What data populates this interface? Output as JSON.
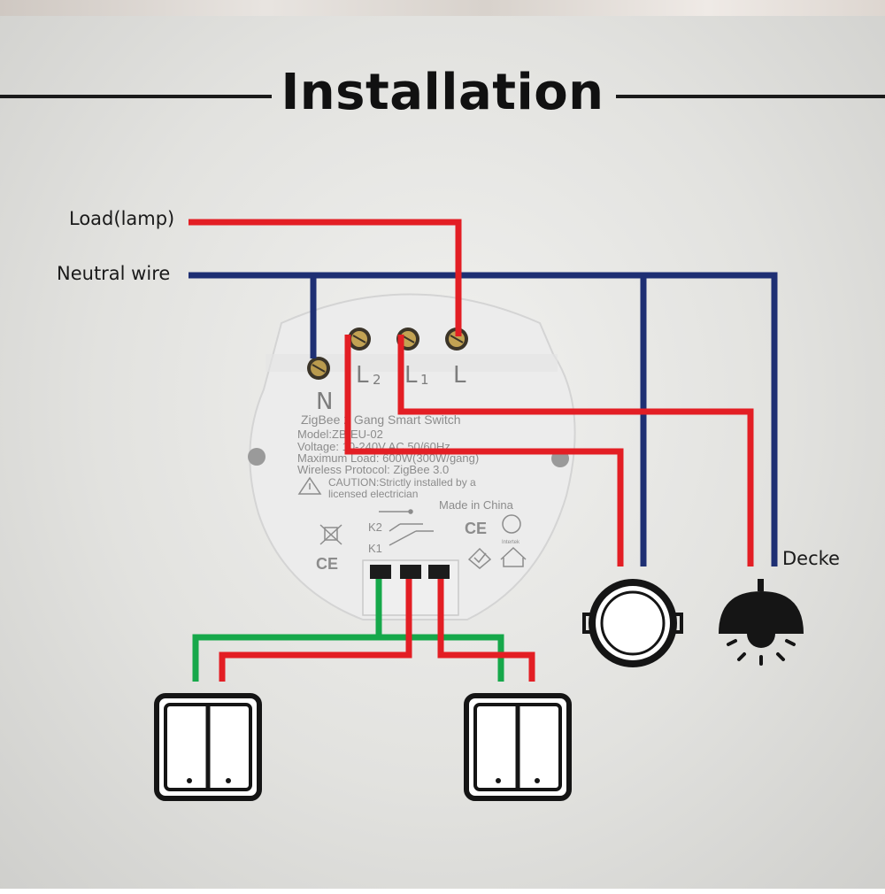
{
  "title": "Installation",
  "labels": {
    "load": "Load(lamp)",
    "neutral": "Neutral wire",
    "ceiling": "Decke"
  },
  "device": {
    "terminals": [
      "N",
      "L",
      "2",
      "L",
      "1",
      "L"
    ],
    "lines": [
      "ZigBee 2 Gang Smart Switch",
      "Model:ZB-EU-02",
      "Voltage: 10-240V AC 50/60Hz",
      "Maximum Load: 600W(300W/gang)",
      "Wireless Protocol: ZigBee 3.0"
    ],
    "caution": [
      "CAUTION:Strictly installed by a",
      "licensed electrician"
    ],
    "origin": "Made in China",
    "switch_labels": [
      "K2",
      "K1"
    ],
    "marks": [
      "CE",
      "Intertek"
    ]
  },
  "colors": {
    "live": "#e31e24",
    "neutral": "#1e2f73",
    "switch_wire": "#16a84a",
    "device": "#ececec",
    "icon": "#151515"
  },
  "icons": [
    "round-light-icon",
    "pendant-lamp-icon",
    "wall-switch-icon",
    "wall-switch-icon"
  ]
}
